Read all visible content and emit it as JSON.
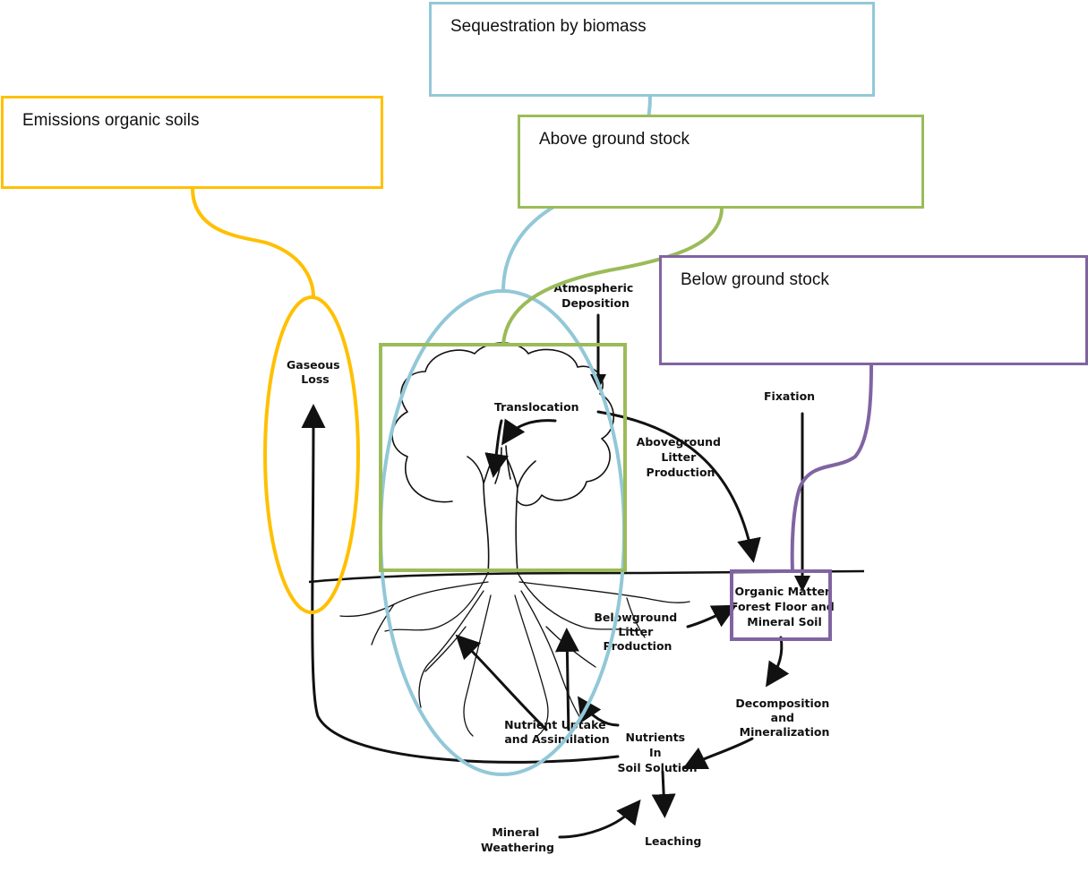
{
  "callouts": {
    "sequestration": "Sequestration by biomass",
    "emissions": "Emissions organic soils",
    "above_ground": "Above ground stock",
    "below_ground": "Below ground stock"
  },
  "diagram_labels": {
    "atmospheric_deposition_line1": "Atmospheric",
    "atmospheric_deposition_line2": "Deposition",
    "gaseous_loss_line1": "Gaseous",
    "gaseous_loss_line2": "Loss",
    "translocation": "Translocation",
    "fixation": "Fixation",
    "aboveground_litter_line1": "Aboveground",
    "aboveground_litter_line2": "Litter",
    "aboveground_litter_line3": "Production",
    "organic_matter_line1": "Organic Matter",
    "organic_matter_line2": "Forest Floor and",
    "organic_matter_line3": "Mineral Soil",
    "belowground_litter_line1": "Belowground",
    "belowground_litter_line2": "Litter",
    "belowground_litter_line3": "Production",
    "decomposition_line1": "Decomposition",
    "decomposition_line2": "and",
    "decomposition_line3": "Mineralization",
    "nutrient_uptake_line1": "Nutrient Uptake",
    "nutrient_uptake_line2": "and Assimilation",
    "nutrients_line1": "Nutrients",
    "nutrients_line2": "In",
    "nutrients_line3": "Soil Solution",
    "mineral_weathering_line1": "Mineral",
    "mineral_weathering_line2": "Weathering",
    "leaching": "Leaching"
  },
  "colors": {
    "sequestration": "#92C8D8",
    "emissions": "#FFC000",
    "above_ground": "#9BBB59",
    "below_ground": "#8064A2",
    "ink": "#111111"
  }
}
